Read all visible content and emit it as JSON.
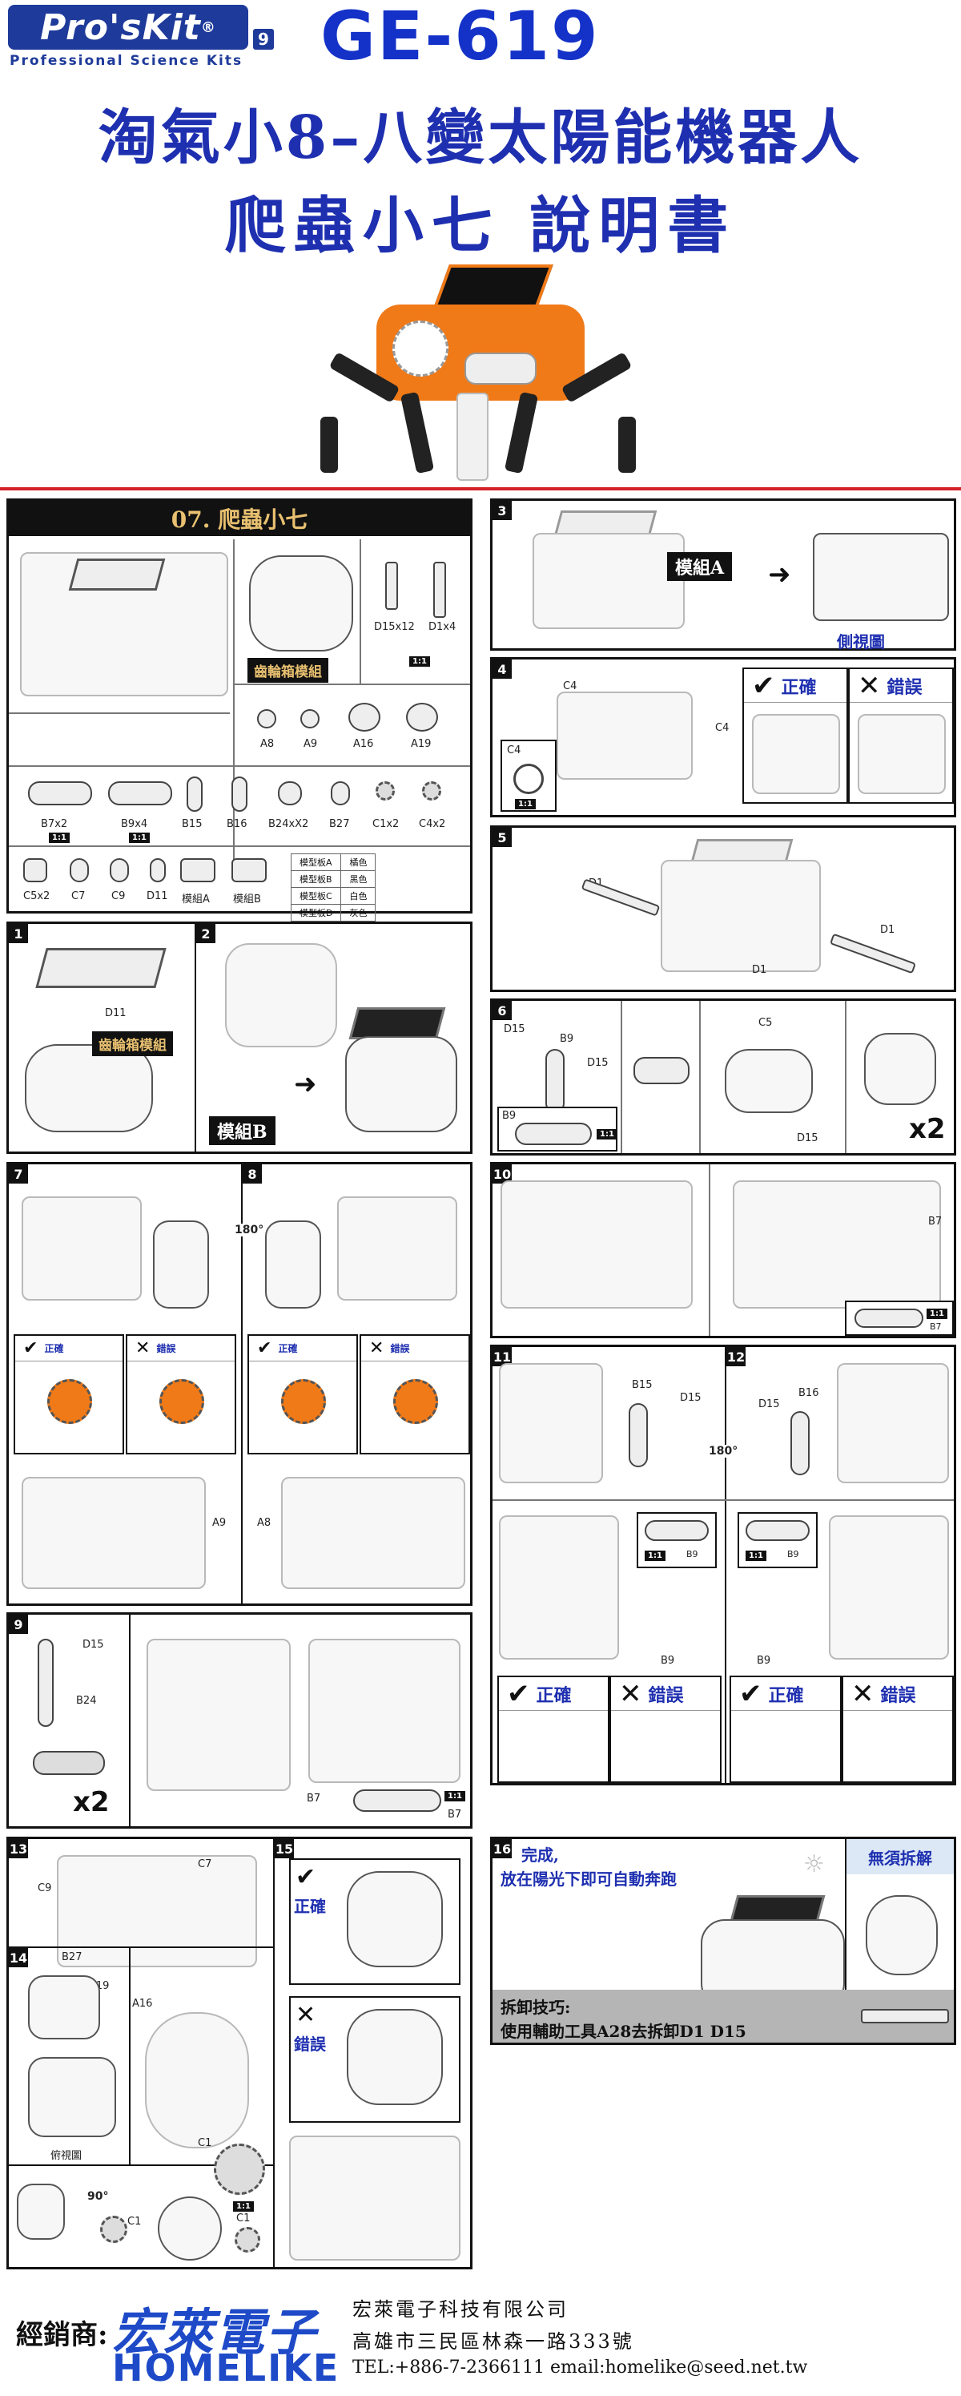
{
  "header": {
    "brand": "Pro'sKit",
    "brand_mark": "®",
    "brand_num": "9",
    "brand_sub": "Professional Science Kits",
    "model": "GE-619",
    "title_line1": "淘氣小8–八變太陽能機器人",
    "title_line2": "爬蟲小七 說明書"
  },
  "parts_panel": {
    "heading": "07. 爬蟲小七",
    "gearbox_label": "齒輪箱模組",
    "ratio": "1:1",
    "parts_top": [
      "D15x12",
      "D1x4"
    ],
    "parts_mid": [
      "A8",
      "A9",
      "A16",
      "A19"
    ],
    "parts_row1": [
      "B7x2",
      "B9x4",
      "B15",
      "B16",
      "B24xX2",
      "B27",
      "C1x2",
      "C4x2"
    ],
    "parts_row2": [
      "C5x2",
      "C7",
      "C9",
      "D11",
      "模組A",
      "模組B"
    ],
    "color_table": [
      [
        "模型板A",
        "橘色"
      ],
      [
        "模型板B",
        "黑色"
      ],
      [
        "模型板C",
        "白色"
      ],
      [
        "模型板D",
        "灰色"
      ]
    ]
  },
  "steps": {
    "s1": {
      "num": "1",
      "label_d11": "D11",
      "tag": "齒輪箱模組"
    },
    "s2": {
      "num": "2",
      "tag": "模組B"
    },
    "s3": {
      "num": "3",
      "tag": "模組A",
      "side_view": "側視圖"
    },
    "s4": {
      "num": "4",
      "c4a": "C4",
      "c4b": "C4",
      "c4c": "C4",
      "correct": "正確",
      "wrong": "錯誤"
    },
    "s5": {
      "num": "5",
      "d1a": "D1",
      "d1b": "D1",
      "d1c": "D1"
    },
    "s6": {
      "num": "6",
      "d15a": "D15",
      "b9": "B9",
      "d15b": "D15",
      "c5": "C5",
      "d15c": "D15",
      "b9b": "B9",
      "x2": "x2"
    },
    "s7": {
      "num": "7",
      "correct": "正確",
      "wrong": "錯誤",
      "a9": "A9"
    },
    "s8": {
      "num": "8",
      "rot": "180°",
      "correct": "正確",
      "wrong": "錯誤",
      "a8": "A8"
    },
    "s9": {
      "num": "9",
      "d15": "D15",
      "b24": "B24",
      "x2": "x2",
      "b7": "B7",
      "b7b": "B7"
    },
    "s10": {
      "num": "10",
      "b7": "B7",
      "b7b": "B7"
    },
    "s11": {
      "num": "11",
      "b15": "B15",
      "d15": "D15",
      "b9": "B9",
      "b9b": "B9",
      "correct": "正確",
      "wrong": "錯誤"
    },
    "s12": {
      "num": "12",
      "d15": "D15",
      "b16": "B16",
      "rot": "180°",
      "b9": "B9",
      "b9b": "B9",
      "correct": "正確",
      "wrong": "錯誤"
    },
    "s13": {
      "num": "13",
      "c9": "C9",
      "c7": "C7"
    },
    "s14": {
      "num": "14",
      "b27": "B27",
      "a19": "A19",
      "a16": "A16",
      "bottom_view": "俯視圖",
      "c1": "C1",
      "rot": "90°",
      "c1b": "C1",
      "c1c": "C1"
    },
    "s15": {
      "num": "15",
      "correct": "正確",
      "wrong": "錯誤"
    },
    "s16": {
      "num": "16",
      "done_line1": "完成,",
      "done_line2": "放在陽光下即可自動奔跑",
      "no_disassembly": "無須拆解",
      "tip_title": "拆卸技巧:",
      "tip_text": "使用輔助工具A28去拆卸D1 D15"
    }
  },
  "footer": {
    "dist_label": "經銷商:",
    "logo_cn": "宏萊電子",
    "logo_en": "HOMELIKE",
    "company": "宏萊電子科技有限公司",
    "address": "高雄市三民區林森一路333號",
    "contact": "TEL:+886-7-2366111  email:homelike@seed.net.tw"
  },
  "colors": {
    "brand_blue": "#1e3a9a",
    "title_blue": "#1e2fb0",
    "red_rule": "#d5202a",
    "robot_orange": "#f07a18"
  }
}
